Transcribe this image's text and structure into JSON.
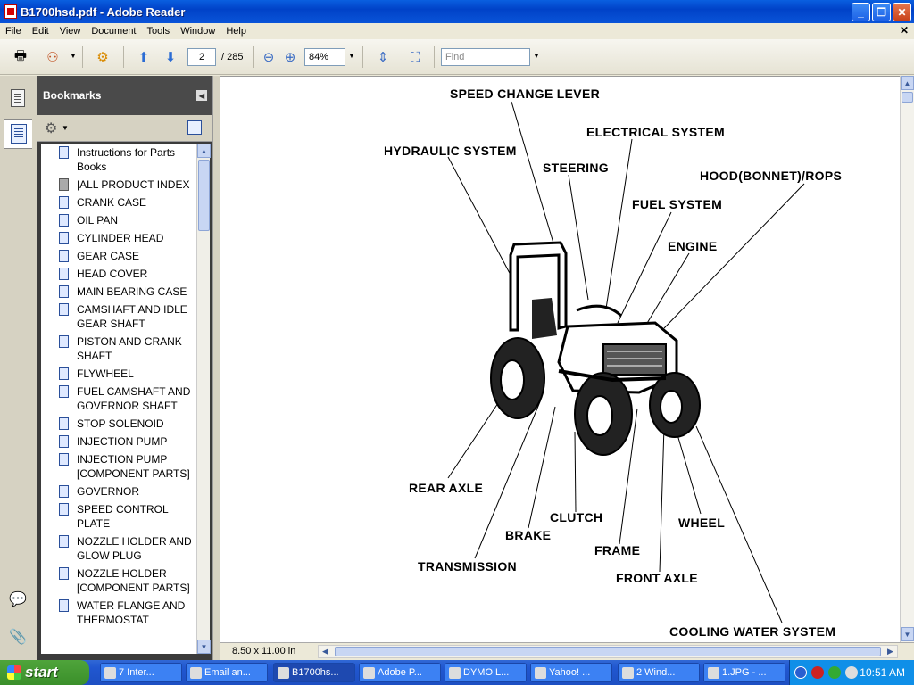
{
  "window": {
    "title": "B1700hsd.pdf - Adobe Reader",
    "minimize": "_",
    "maximize": "❐",
    "close": "✕"
  },
  "menu": [
    "File",
    "Edit",
    "View",
    "Document",
    "Tools",
    "Window",
    "Help"
  ],
  "menu_close": "✕",
  "toolbar": {
    "page_current": "2",
    "page_total": "/ 285",
    "zoom": "84%",
    "find_placeholder": "Find"
  },
  "bookmarks": {
    "title": "Bookmarks",
    "items": [
      {
        "label": "Instructions for Parts Books",
        "icon": "bookmark-page-icon"
      },
      {
        "label": "|ALL PRODUCT INDEX",
        "icon": "bookmark-gray-icon"
      },
      {
        "label": "CRANK CASE",
        "icon": "bookmark-page-icon"
      },
      {
        "label": "OIL PAN",
        "icon": "bookmark-page-icon"
      },
      {
        "label": "CYLINDER HEAD",
        "icon": "bookmark-page-icon"
      },
      {
        "label": "GEAR CASE",
        "icon": "bookmark-page-icon"
      },
      {
        "label": "HEAD COVER",
        "icon": "bookmark-page-icon"
      },
      {
        "label": "MAIN BEARING CASE",
        "icon": "bookmark-page-icon"
      },
      {
        "label": "CAMSHAFT AND IDLE GEAR SHAFT",
        "icon": "bookmark-page-icon"
      },
      {
        "label": "PISTON AND CRANK SHAFT",
        "icon": "bookmark-page-icon"
      },
      {
        "label": "FLYWHEEL",
        "icon": "bookmark-page-icon"
      },
      {
        "label": "FUEL CAMSHAFT AND GOVERNOR SHAFT",
        "icon": "bookmark-page-icon"
      },
      {
        "label": "STOP SOLENOID",
        "icon": "bookmark-page-icon"
      },
      {
        "label": "INJECTION PUMP",
        "icon": "bookmark-page-icon"
      },
      {
        "label": "INJECTION PUMP [COMPONENT PARTS]",
        "icon": "bookmark-page-icon"
      },
      {
        "label": "GOVERNOR",
        "icon": "bookmark-page-icon"
      },
      {
        "label": "SPEED CONTROL PLATE",
        "icon": "bookmark-page-icon"
      },
      {
        "label": "NOZZLE HOLDER AND GLOW PLUG",
        "icon": "bookmark-page-icon"
      },
      {
        "label": "NOZZLE HOLDER [COMPONENT PARTS]",
        "icon": "bookmark-page-icon"
      },
      {
        "label": "WATER FLANGE AND THERMOSTAT",
        "icon": "bookmark-page-icon"
      }
    ]
  },
  "diagram": {
    "labels": [
      "SPEED CHANGE LEVER",
      "ELECTRICAL SYSTEM",
      "HYDRAULIC SYSTEM",
      "STEERING",
      "HOOD(BONNET)/ROPS",
      "FUEL SYSTEM",
      "ENGINE",
      "REAR AXLE",
      "CLUTCH",
      "WHEEL",
      "BRAKE",
      "FRAME",
      "TRANSMISSION",
      "FRONT AXLE",
      "COOLING WATER SYSTEM"
    ]
  },
  "status": {
    "page_size": "8.50 x 11.00 in"
  },
  "taskbar": {
    "start": "start",
    "tasks": [
      "7 Inter...",
      "Email an...",
      "B1700hs...",
      "Adobe P...",
      "DYMO L...",
      "Yahoo! ...",
      "2 Wind...",
      "1.JPG - ..."
    ],
    "clock": "10:51 AM"
  }
}
